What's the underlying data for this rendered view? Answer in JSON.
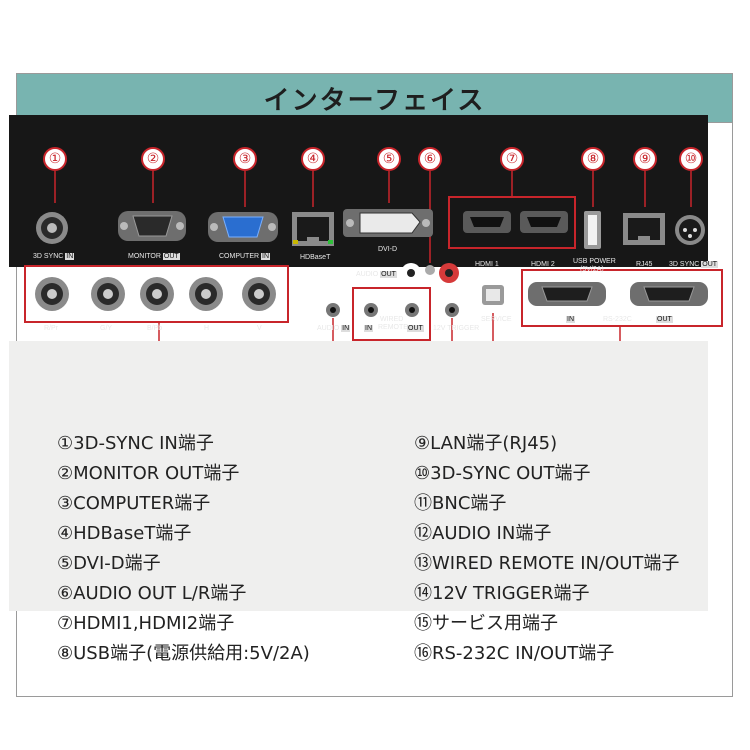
{
  "header": {
    "title": "インターフェイス"
  },
  "callouts": [
    "①",
    "②",
    "③",
    "④",
    "⑤",
    "⑥",
    "⑦",
    "⑧",
    "⑨",
    "⑩",
    "⑪",
    "⑫",
    "⑬",
    "⑭",
    "⑮",
    "⑯"
  ],
  "panel_labels": {
    "sync_in": "3D SYNC",
    "in_tag": "IN",
    "out_tag": "OUT",
    "monitor": "MONITOR",
    "computer": "COMPUTER",
    "hdbaset": "HDBaseT",
    "dvid": "DVI-D",
    "audio_out": "AUDIO",
    "hdmi1": "HDMI 1",
    "hdmi2": "HDMI 2",
    "usb_power": "USB POWER",
    "usb_power_spec": "(5V/2A)",
    "rj45": "RJ45",
    "sync_out": "3D SYNC",
    "bnc_r": "R/Pr",
    "bnc_g": "G/Y",
    "bnc_b": "B/Pb",
    "bnc_h": "H",
    "bnc_v": "V",
    "audio_in": "AUDIO",
    "wired": "WIRED",
    "remote": "REMOTE",
    "trigger": "12V TRIGGER",
    "service": "SERVICE",
    "rs232c": "RS-232C"
  },
  "legend": {
    "left": [
      "①3D-SYNC IN端子",
      "②MONITOR OUT端子",
      "③COMPUTER端子",
      "④HDBaseT端子",
      "⑤DVI-D端子",
      "⑥AUDIO OUT L/R端子",
      "⑦HDMI1,HDMI2端子",
      "⑧USB端子(電源供給用:5V/2A)"
    ],
    "right": [
      "⑨LAN端子(RJ45)",
      "⑩3D-SYNC OUT端子",
      "⑪BNC端子",
      "⑫AUDIO IN端子",
      "⑬WIRED REMOTE IN/OUT端子",
      "⑭12V TRIGGER端子",
      "⑮サービス用端子",
      "⑯RS-232C IN/OUT端子"
    ]
  },
  "colors": {
    "header_bg": "#78b4b0",
    "callout_red": "#c8252b",
    "panel_bg": "#171717",
    "legend_bg": "#efefee"
  }
}
